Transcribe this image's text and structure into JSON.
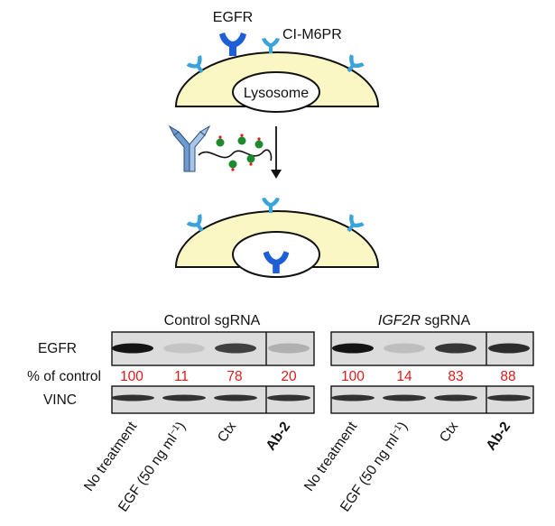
{
  "schematic": {
    "receptor_label": "EGFR",
    "cim6pr_label": "CI-M6PR",
    "organelle_label": "Lysosome"
  },
  "blot": {
    "row_labels": {
      "target": "EGFR",
      "quant": "% of control",
      "loading": "VINC"
    },
    "panels": [
      {
        "title": "Control sgRNA",
        "title_italic": "",
        "title_rest": "",
        "values": [
          "100",
          "11",
          "78",
          "20"
        ],
        "lanes": [
          "No treatment",
          "EGF (50 ng ml",
          "Ctx",
          "Ab-2"
        ]
      },
      {
        "title": "",
        "title_italic": "IGF2R",
        "title_rest": " sgRNA",
        "values": [
          "100",
          "14",
          "83",
          "88"
        ],
        "lanes": [
          "No treatment",
          "EGF (50 ng ml",
          "Ctx",
          "Ab-2"
        ]
      }
    ],
    "egf_unit_sup": "−1",
    "egf_close": ")",
    "band_intensity": {
      "panel1_egfr": [
        1.0,
        0.12,
        0.78,
        0.22
      ],
      "panel2_egfr": [
        1.0,
        0.15,
        0.83,
        0.88
      ]
    },
    "colors": {
      "quant": "#e01b1b",
      "receptor": "#1f5fd6",
      "cim6pr": "#3aa3d9",
      "lysosome_fill": "#faf7c4"
    }
  }
}
